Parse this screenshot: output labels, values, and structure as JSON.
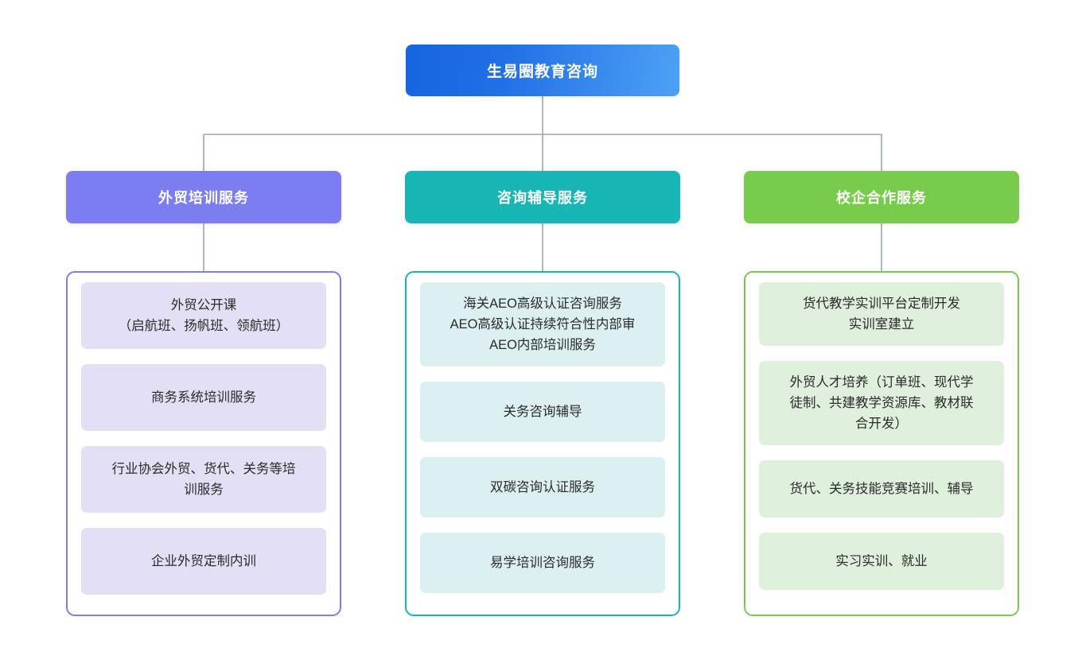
{
  "diagram": {
    "type": "organizational-tree",
    "title": "生易圈教育咨询",
    "root": {
      "label": "生易圈教育咨询",
      "color": "#1f6fe5"
    },
    "connector_color": "#9aa7b4",
    "columns": [
      {
        "header": "外贸培训服务",
        "accent": "#7b7df0",
        "leaf_bg": "#e3e0f5",
        "items": [
          "外贸公开课\n（启航班、扬帆班、领航班）",
          "商务系统培训服务",
          "行业协会外贸、货代、关务等培\n训服务",
          "企业外贸定制内训"
        ]
      },
      {
        "header": "咨询辅导服务",
        "accent": "#18b5b5",
        "leaf_bg": "#dcf0f1",
        "items": [
          "海关AEO高级认证咨询服务\nAEO高级认证持续符合性内部审\nAEO内部培训服务",
          "关务咨询辅导",
          "双碳咨询认证服务",
          "易学培训咨询服务"
        ]
      },
      {
        "header": "校企合作服务",
        "accent": "#78cc4b",
        "leaf_bg": "#dff0dc",
        "items": [
          "货代教学实训平台定制开发\n实训室建立",
          "外贸人才培养（订单班、现代学\n徒制、共建教学资源库、教材联\n合开发）",
          "货代、关务技能竞赛培训、辅导",
          "实习实训、就业"
        ]
      }
    ]
  }
}
